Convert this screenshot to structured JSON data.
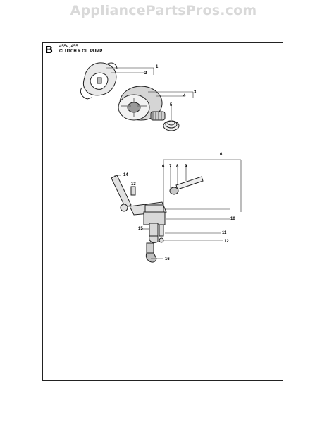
{
  "watermark": "AppliancePartsPros.com",
  "section": {
    "letter": "B",
    "models": "455e, 455",
    "title": "CLUTCH & OIL PUMP"
  },
  "callouts": [
    "1",
    "2",
    "3",
    "4",
    "5",
    "6",
    "7",
    "8",
    "9",
    "6",
    "10",
    "11",
    "12",
    "13",
    "14",
    "15",
    "16"
  ]
}
